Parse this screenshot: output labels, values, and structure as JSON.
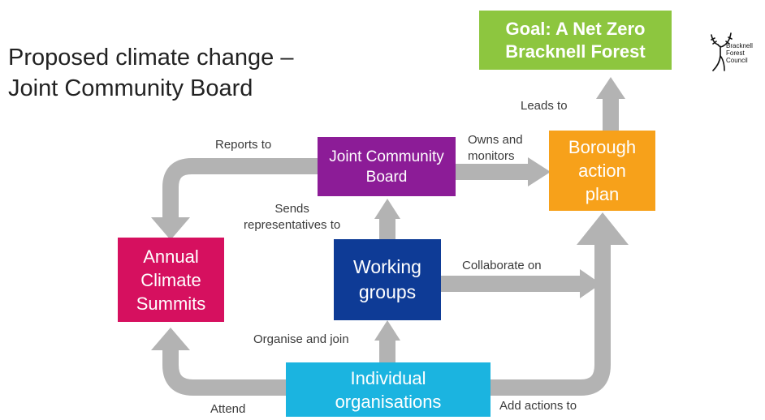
{
  "title": "Proposed climate change –\nJoint Community Board",
  "nodes": {
    "goal": {
      "label": "Goal: A Net Zero\nBracknell Forest",
      "color": "#8DC63F"
    },
    "jcb": {
      "label": "Joint Community\nBoard",
      "color": "#8C1C97"
    },
    "borough": {
      "label": "Borough\naction\nplan",
      "color": "#F7A11A"
    },
    "summits": {
      "label": "Annual\nClimate\nSummits",
      "color": "#D6105F"
    },
    "working": {
      "label": "Working\ngroups",
      "color": "#0E3B96"
    },
    "individual": {
      "label": "Individual\norganisations",
      "color": "#1BB4E0"
    }
  },
  "edges": {
    "leads_to": "Leads to",
    "reports_to": "Reports to",
    "owns_and_monitors": "Owns and\nmonitors",
    "sends_representatives_to": "Sends\nrepresentatives to",
    "collaborate_on": "Collaborate on",
    "organise_and_join": "Organise and join",
    "attend": "Attend",
    "add_actions_to": "Add actions to"
  },
  "arrow_color": "#B3B3B3",
  "logo": {
    "text": "Bracknell\nForest\nCouncil",
    "icon": "stag-icon"
  }
}
